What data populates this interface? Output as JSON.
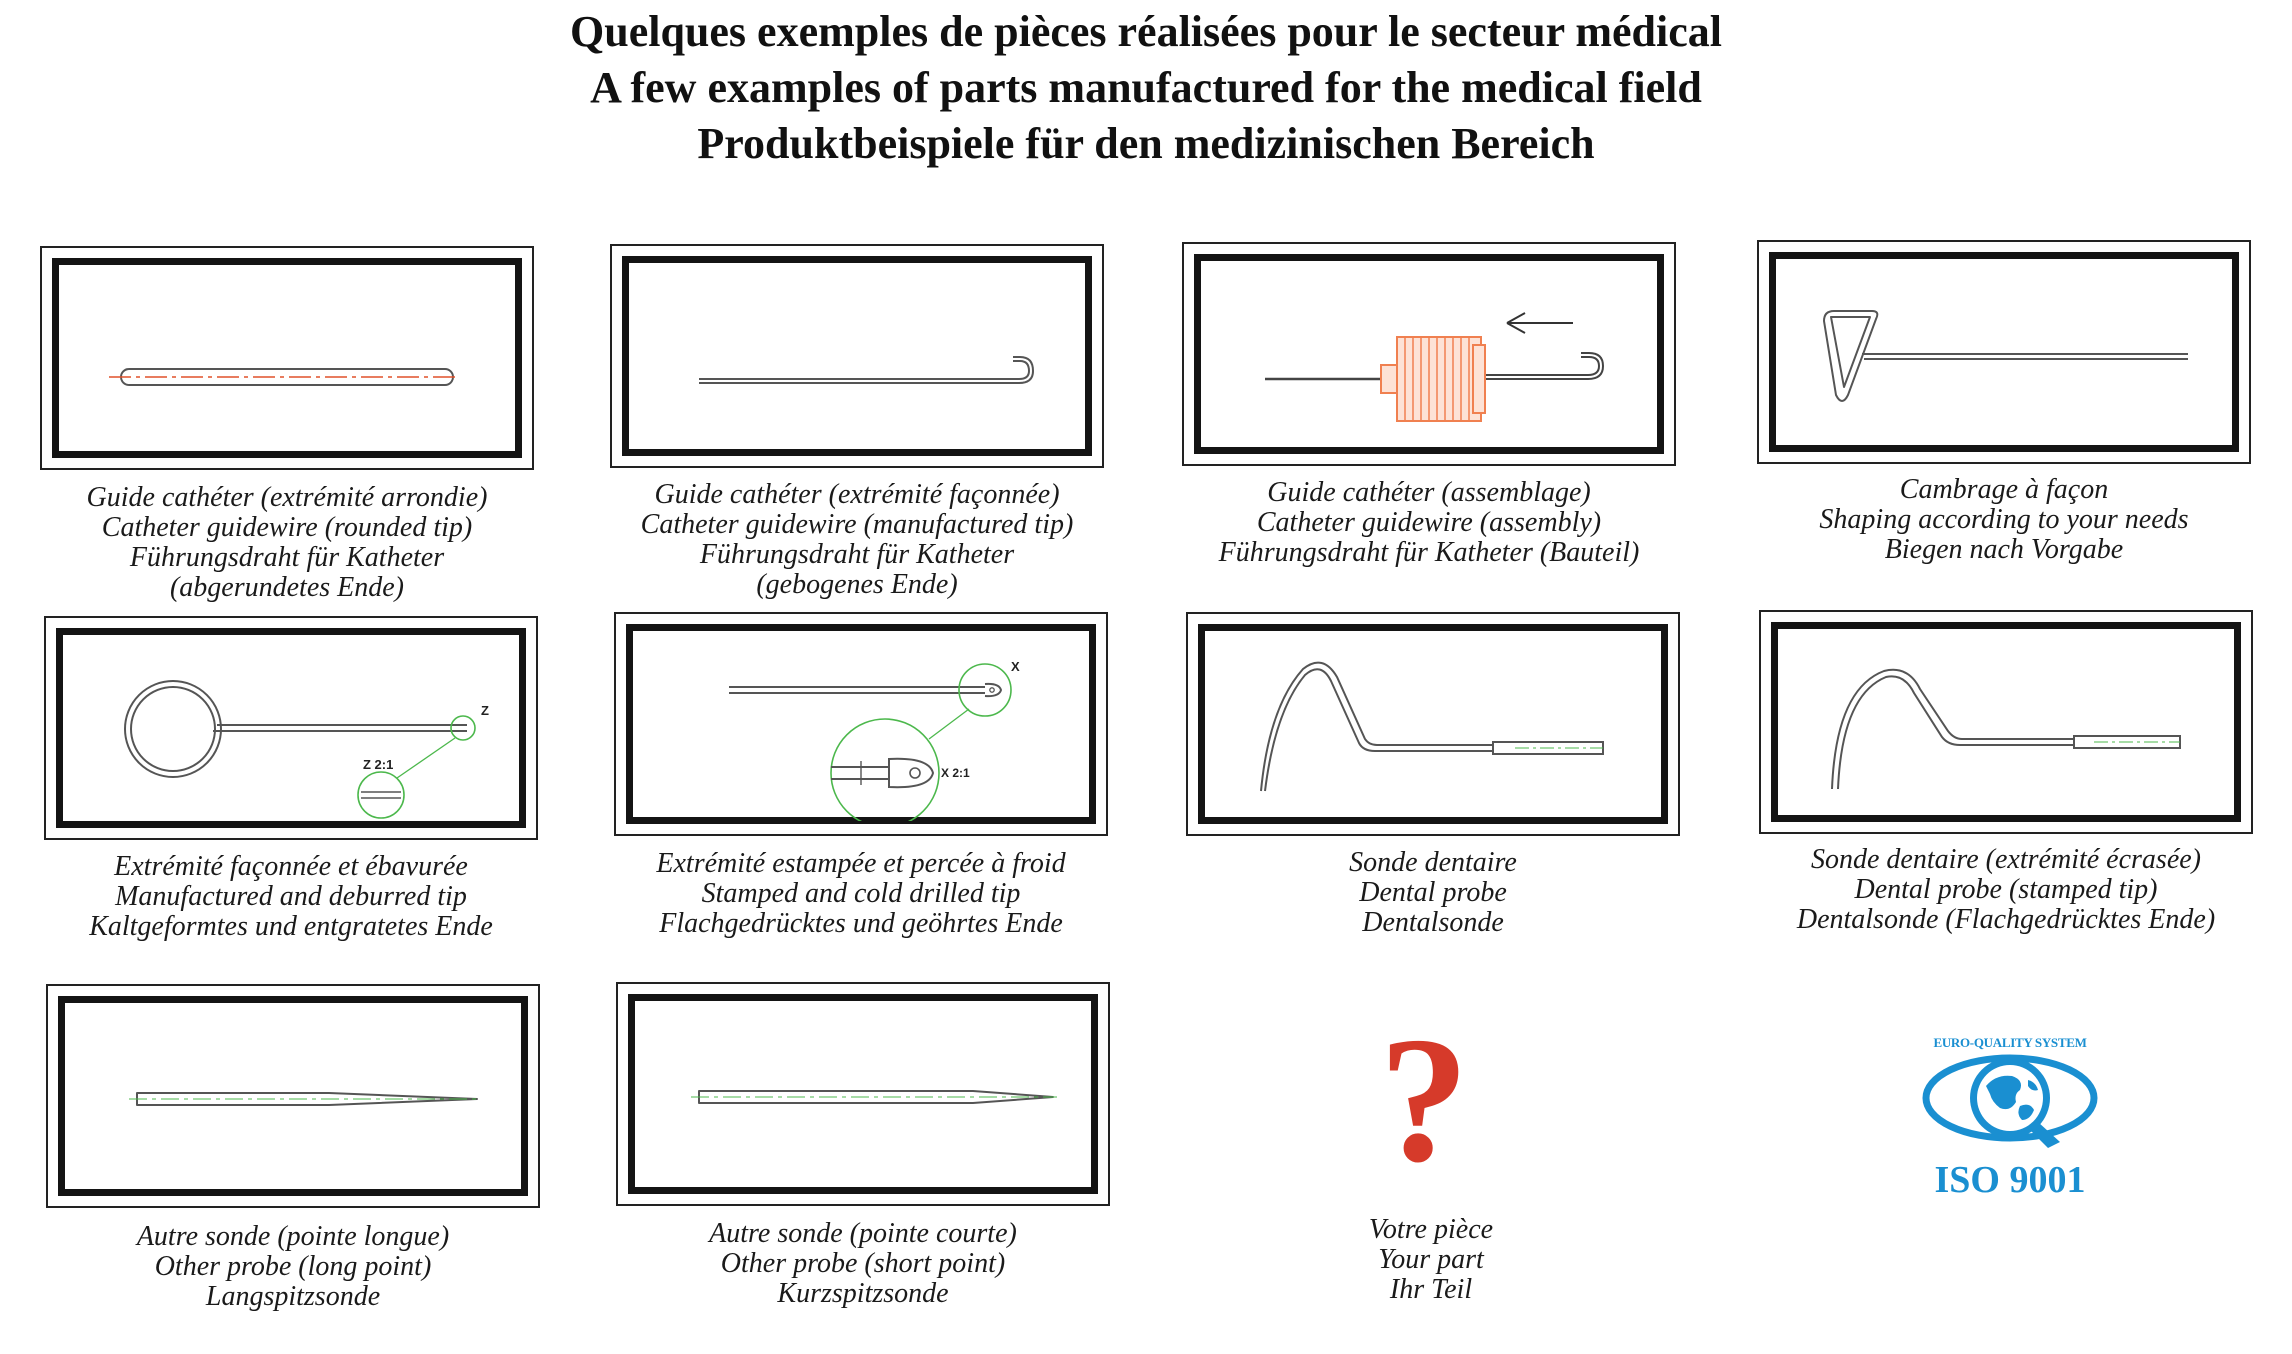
{
  "header": {
    "title_fr": "Quelques exemples de pièces réalisées pour le secteur médical",
    "title_en": "A few examples of parts manufactured for the medical field",
    "title_de": "Produktbeispiele für den medizinischen Bereich"
  },
  "items": [
    {
      "lines": [
        "Guide cathéter (extrémité arrondie)",
        "Catheter guidewire (rounded tip)",
        "Führungsdraht für Katheter",
        "(abgerundetes Ende)"
      ]
    },
    {
      "lines": [
        "Guide cathéter (extrémité façonnée)",
        "Catheter guidewire (manufactured tip)",
        "Führungsdraht für Katheter",
        "(gebogenes Ende)"
      ]
    },
    {
      "lines": [
        "Guide cathéter (assemblage)",
        "Catheter guidewire (assembly)",
        "Führungsdraht für Katheter (Bauteil)"
      ]
    },
    {
      "lines": [
        "Cambrage à façon",
        "Shaping according to your needs",
        "Biegen nach Vorgabe"
      ]
    },
    {
      "lines": [
        "Extrémité façonnée et ébavurée",
        "Manufactured and deburred tip",
        "Kaltgeformtes und entgratetes Ende"
      ],
      "detail_labels": [
        "Z",
        "Z 2:1"
      ]
    },
    {
      "lines": [
        "Extrémité estampée et percée à froid",
        "Stamped and cold drilled tip",
        "Flachgedrücktes und geöhrtes Ende"
      ],
      "detail_labels": [
        "X",
        "X 2:1"
      ]
    },
    {
      "lines": [
        "Sonde dentaire",
        "Dental probe",
        "Dentalsonde"
      ]
    },
    {
      "lines": [
        "Sonde dentaire (extrémité écrasée)",
        "Dental probe (stamped tip)",
        "Dentalsonde (Flachgedrücktes Ende)"
      ]
    },
    {
      "lines": [
        "Autre sonde (pointe longue)",
        "Other probe (long point)",
        "Langspitzsonde"
      ]
    },
    {
      "lines": [
        "Autre sonde (pointe courte)",
        "Other probe (short point)",
        "Kurzspitzsonde"
      ]
    }
  ],
  "your_part": {
    "symbol": "?",
    "lines": [
      "Votre pièce",
      "Your part",
      "Ihr Teil"
    ]
  },
  "certification": {
    "label_top": "EURO-QUALITY SYSTEM",
    "label": "ISO 9001",
    "icon": "globe-q-icon"
  },
  "colors": {
    "wire": "#555555",
    "accent_red": "#e0502a",
    "connector_orange": "#f08050",
    "detail_green": "#4cb84c",
    "iso_blue": "#1a8fd1",
    "question_red": "#d63a2a"
  }
}
